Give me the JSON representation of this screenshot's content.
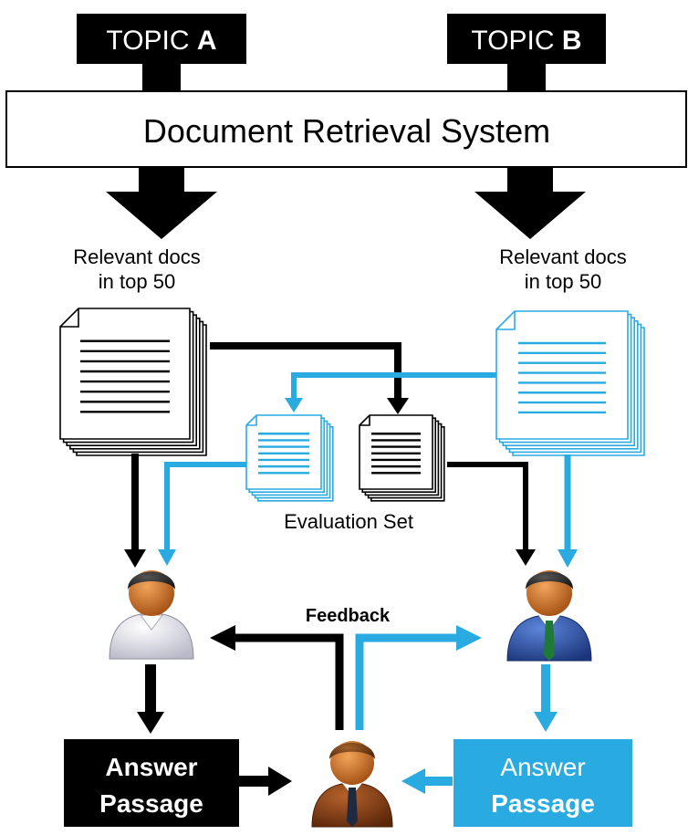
{
  "topics": {
    "a": {
      "prefix": "TOPIC ",
      "letter": "A"
    },
    "b": {
      "prefix": "TOPIC ",
      "letter": "B"
    }
  },
  "system": {
    "label": "Document Retrieval System"
  },
  "relevant_docs": {
    "a": {
      "line1": "Relevant docs",
      "line2": "in top 50"
    },
    "b": {
      "line1": "Relevant docs",
      "line2": "in top 50"
    }
  },
  "evaluation_set": {
    "label": "Evaluation Set"
  },
  "feedback": {
    "label": "Feedback"
  },
  "answer_a": {
    "line1": "Answer",
    "line2": "Passage"
  },
  "answer_b": {
    "line1": "Answer",
    "line2": "Passage"
  },
  "colors": {
    "black": "#000000",
    "blue": "#29ABE2",
    "white": "#FFFFFF",
    "skin": "#C0641F",
    "hair": "#1E1E1E",
    "shirt_white": "#E6E6EE",
    "suit_blue": "#2A4FA8",
    "suit_brown": "#7A3A12",
    "tie_green": "#1E7A35"
  },
  "icons": [
    "document-stack-icon",
    "person-icon",
    "arrow-icon"
  ]
}
